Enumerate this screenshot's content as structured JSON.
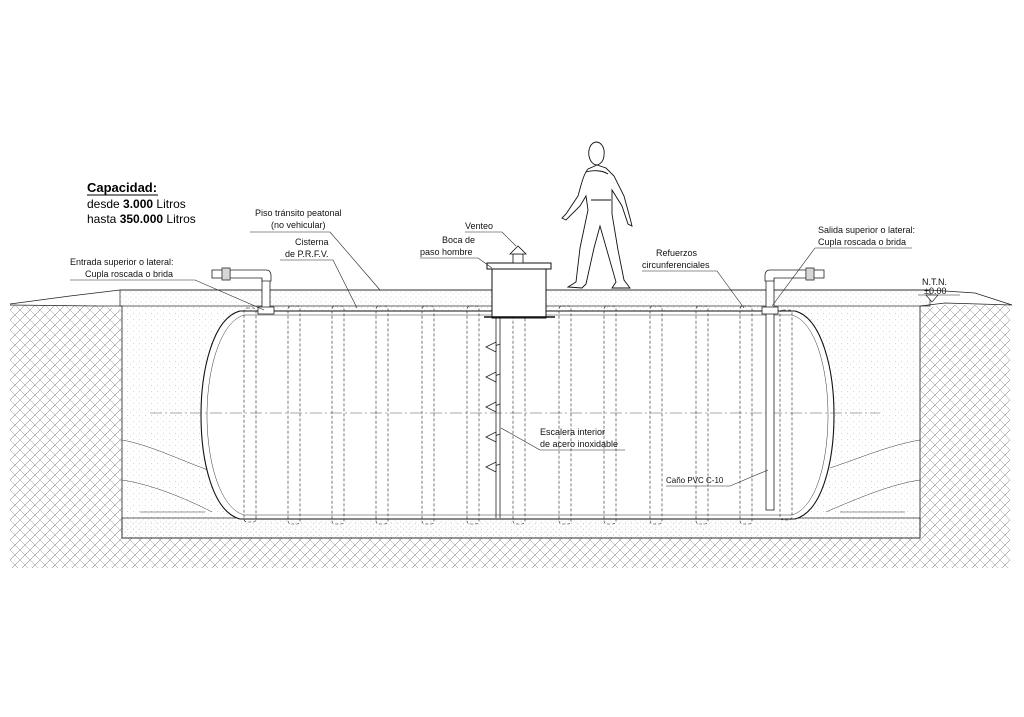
{
  "capacity": {
    "title": "Capacidad:",
    "from_prefix": "desde ",
    "from_value": "3.000",
    "from_unit": " Litros",
    "to_prefix": "hasta ",
    "to_value": "350.000",
    "to_unit": " Litros"
  },
  "labels": {
    "floor_line1": "Piso tránsito peatonal",
    "floor_line2": "(no vehicular)",
    "cistern_line1": "Cisterna",
    "cistern_line2": "de P.R.F.V.",
    "vent": "Venteo",
    "manhole_line1": "Boca de",
    "manhole_line2": "paso hombre",
    "inlet_line1": "Entrada superior o lateral:",
    "inlet_line2": "Cupla roscada o brida",
    "outlet_line1": "Salida superior o lateral:",
    "outlet_line2": "Cupla roscada o brida",
    "ribs_line1": "Refuerzos",
    "ribs_line2": "circunferenciales",
    "ladder_line1": "Escalera interior",
    "ladder_line2": "de acero inoxidable",
    "pipe": "Caño PVC C-10",
    "ntn_line1": "N.T.N.",
    "ntn_line2": "±0.00"
  },
  "icons": [
    "person-figure",
    "vent-cap-icon",
    "level-marker-icon"
  ],
  "colors": {
    "line": "#222222",
    "background": "#ffffff"
  }
}
